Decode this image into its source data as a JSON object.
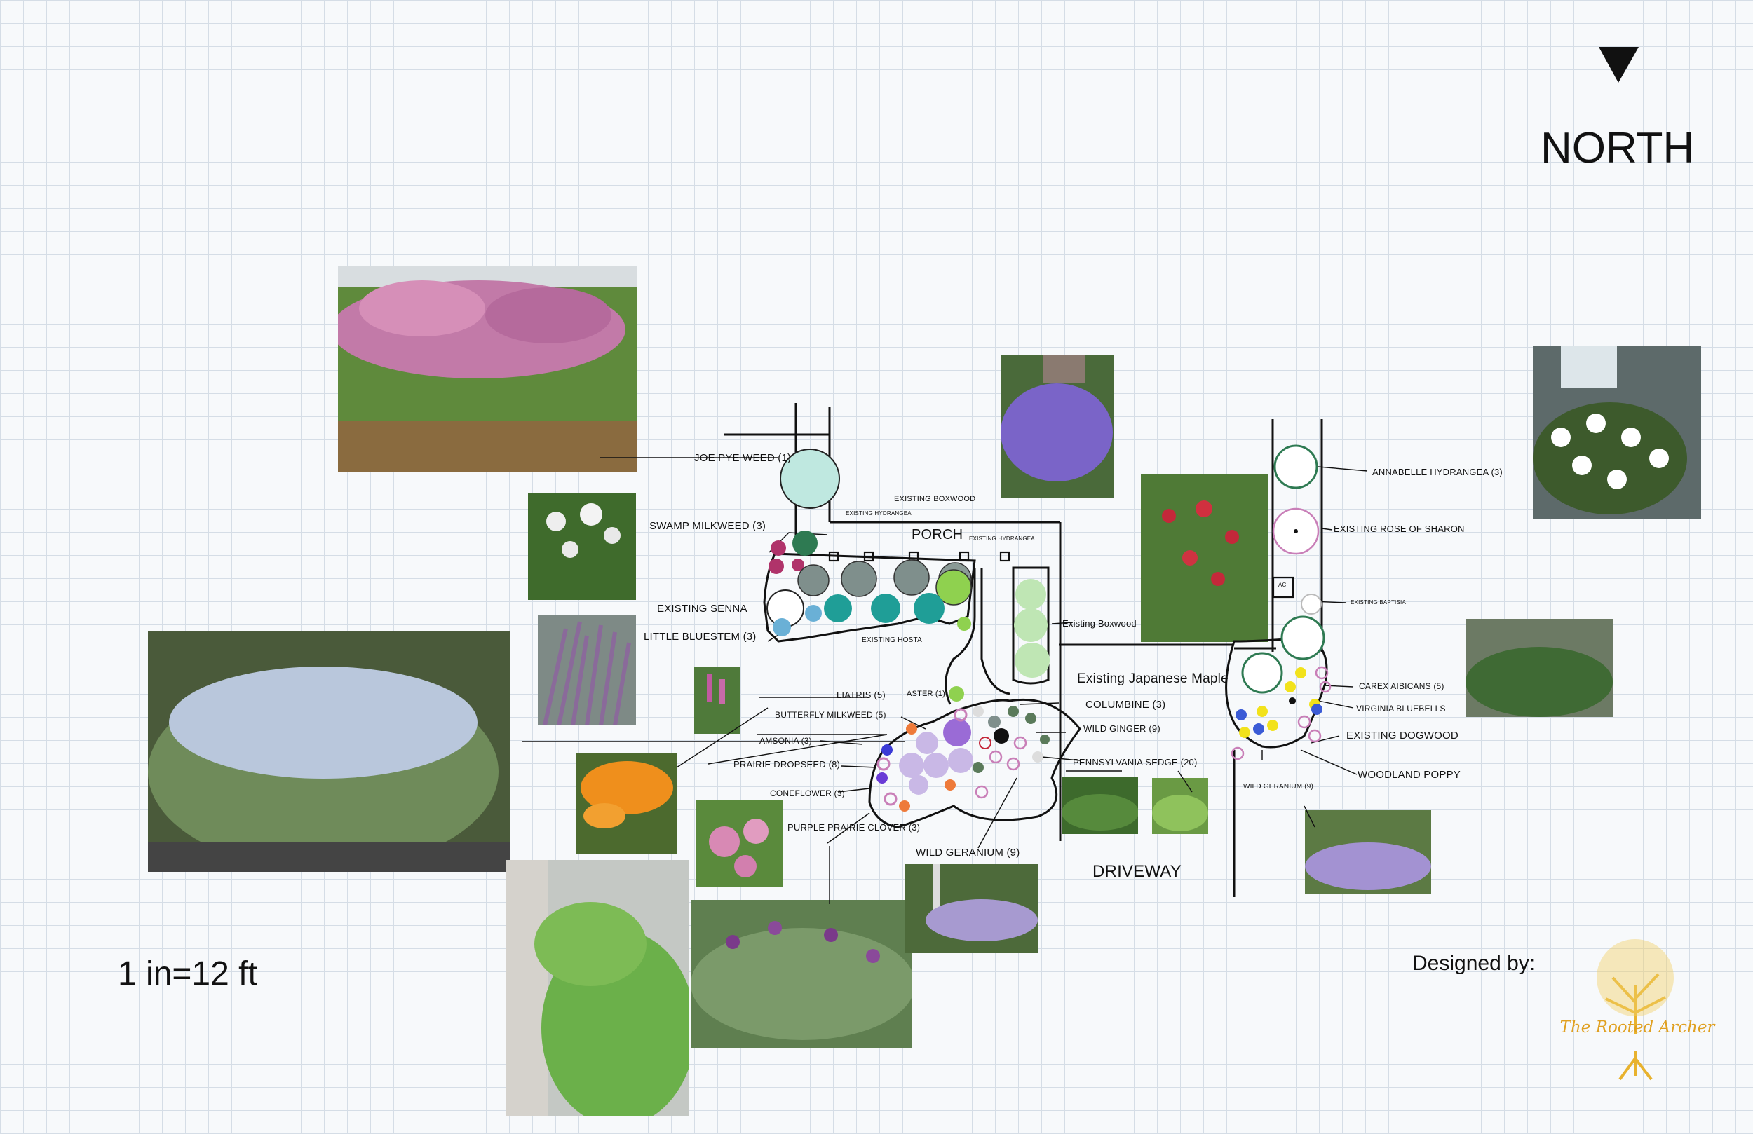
{
  "compass": {
    "label": "NORTH"
  },
  "scale": {
    "label": "1 in=12 ft"
  },
  "credit": {
    "designed_by": "Designed by:",
    "logo_text": "The Rooted Archer"
  },
  "areas": {
    "porch": "PORCH",
    "driveway": "DRIVEWAY"
  },
  "labels": {
    "joe_pye_weed": "JOE PYE WEED (1)",
    "swamp_milkweed": "SWAMP MILKWEED (3)",
    "existing_senna": "EXISTING SENNA",
    "little_bluestem": "LITTLE BLUESTEM (3)",
    "existing_boxwood_top": "EXISTING BOXWOOD",
    "existing_hydrangea_1": "EXISTING HYDRANGEA",
    "existing_hydrangea_2": "EXISTING HYDRANGEA",
    "existing_hosta": "EXISTING HOSTA",
    "existing_boxwood_side": "Existing Boxwood",
    "liatris": "LIATRIS (5)",
    "aster": "ASTER (1)",
    "butterfly_milkweed": "BUTTERFLY MILKWEED (5)",
    "amsonia": "AMSONIA (3)",
    "prairie_dropseed": "PRAIRIE DROPSEED (8)",
    "coneflower": "CONEFLOWER (3)",
    "purple_prairie_clover": "PURPLE PRAIRIE CLOVER (3)",
    "wild_geranium_main": "WILD GERANIUM (9)",
    "existing_japanese_maple": "Existing Japanese Maple",
    "columbine": "COLUMBINE (3)",
    "wild_ginger": "WILD GINGER (9)",
    "pennsylvania_sedge": "PENNSYLVANIA SEDGE (20)",
    "annabelle_hydrangea": "ANNABELLE HYDRANGEA (3)",
    "existing_rose_of_sharon": "EXISTING ROSE OF SHARON",
    "ac": "AC",
    "existing_baptisia": "EXISTING BAPTISIA",
    "carex_albicans": "CAREX AIBICANS (5)",
    "virginia_bluebells": "VIRGINIA BLUEBELLS",
    "existing_dogwood": "EXISTING DOGWOOD",
    "woodland_poppy": "WOODLAND POPPY",
    "wild_geranium_side": "WILD GERANIUM (9)"
  },
  "colors": {
    "line": "#111111",
    "teal": "#1f9e97",
    "sage": "#6f8f86",
    "lavender": "#c9b8e6",
    "violet": "#9a6bd6",
    "orange": "#ee7a3a",
    "yellow": "#f2e21b",
    "blue": "#3b5bd6",
    "pink": "#c97fb8",
    "magenta": "#b0336a",
    "lime": "#8fd14f",
    "mint": "#bfe6b4",
    "logo_gold": "#e8b22e"
  }
}
